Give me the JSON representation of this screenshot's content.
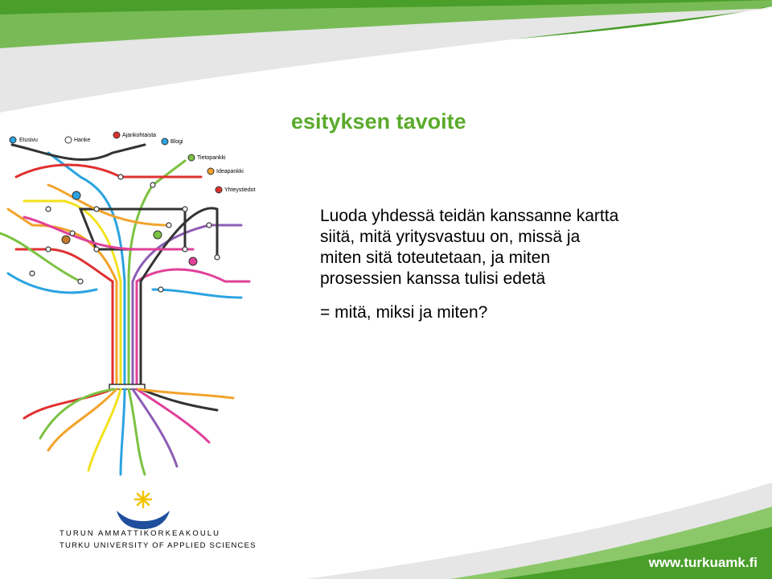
{
  "slide": {
    "title": "esityksen tavoite",
    "body_lines": [
      "Luoda yhdessä teidän kanssanne kartta",
      "siitä, mitä yritysvastuu on, missä ja",
      "miten sitä toteutetaan, ja miten",
      "prosessien kanssa tulisi edetä"
    ],
    "summary": "= mitä, miksi ja miten?"
  },
  "metro_map": {
    "labels": [
      "Etusivu",
      "Hanke",
      "Ajankohtaista",
      "Blogi",
      "Tietopankki",
      "Ideapankki",
      "Yhteystiedot"
    ]
  },
  "logo": {
    "line1": "TURUN AMMATTIKORKEAKOULU",
    "line2": "TURKU UNIVERSITY OF APPLIED SCIENCES"
  },
  "footer": {
    "url": "www.turkuamk.fi"
  },
  "colors": {
    "title_green": "#5aab2c",
    "swoosh_green": "#4a9e2a",
    "logo_blue": "#1f4e9c",
    "logo_yellow": "#f2c400"
  }
}
